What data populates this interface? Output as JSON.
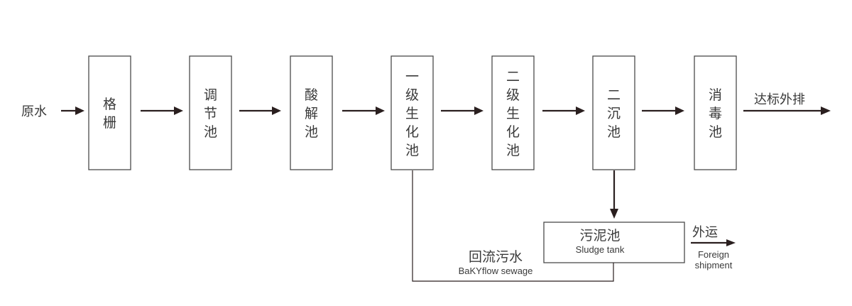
{
  "colors": {
    "line": "#2a1f1f",
    "box_border": "#4a4a4a",
    "text": "#3a3a3a",
    "background": "#ffffff"
  },
  "input_label": "原水",
  "process_boxes": [
    {
      "id": "grille",
      "chars": [
        "格",
        "栅"
      ]
    },
    {
      "id": "regulating-tank",
      "chars": [
        "调",
        "节",
        "池"
      ]
    },
    {
      "id": "acidification-tank",
      "chars": [
        "酸",
        "解",
        "池"
      ]
    },
    {
      "id": "primary-bio-tank",
      "chars": [
        "一",
        "级",
        "生",
        "化",
        "池"
      ]
    },
    {
      "id": "secondary-bio-tank",
      "chars": [
        "二",
        "级",
        "生",
        "化",
        "池"
      ]
    },
    {
      "id": "secondary-settling-tank",
      "chars": [
        "二",
        "沉",
        "池"
      ]
    },
    {
      "id": "disinfection-tank",
      "chars": [
        "消",
        "毒",
        "池"
      ]
    }
  ],
  "output_label": "达标外排",
  "sludge_tank": {
    "cn": "污泥池",
    "en": "Sludge tank"
  },
  "reflux": {
    "cn": "回流污水",
    "en": "BaKYflow sewage"
  },
  "foreign_shipment": {
    "cn": "外运",
    "en_line1": "Foreign",
    "en_line2": "shipment"
  }
}
